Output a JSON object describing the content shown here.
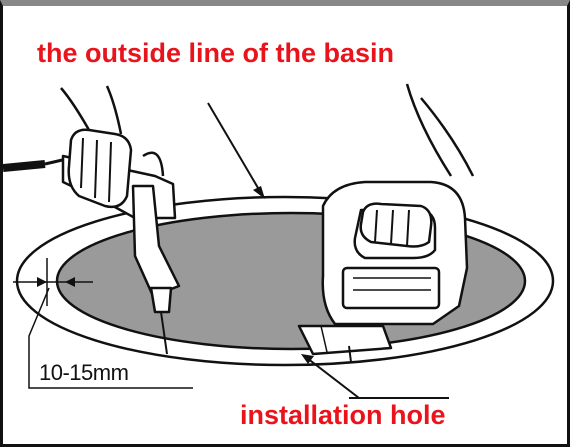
{
  "labels": {
    "outside_line": "the outside line of the basin",
    "installation_hole": "installation hole",
    "margin_dimension": "10-15mm"
  },
  "colors": {
    "label_red": "#e8131b",
    "hole_fill": "#9a9a9a",
    "line": "#111111"
  },
  "icons": {
    "drill": "electric-drill-icon",
    "jigsaw": "jigsaw-icon"
  }
}
